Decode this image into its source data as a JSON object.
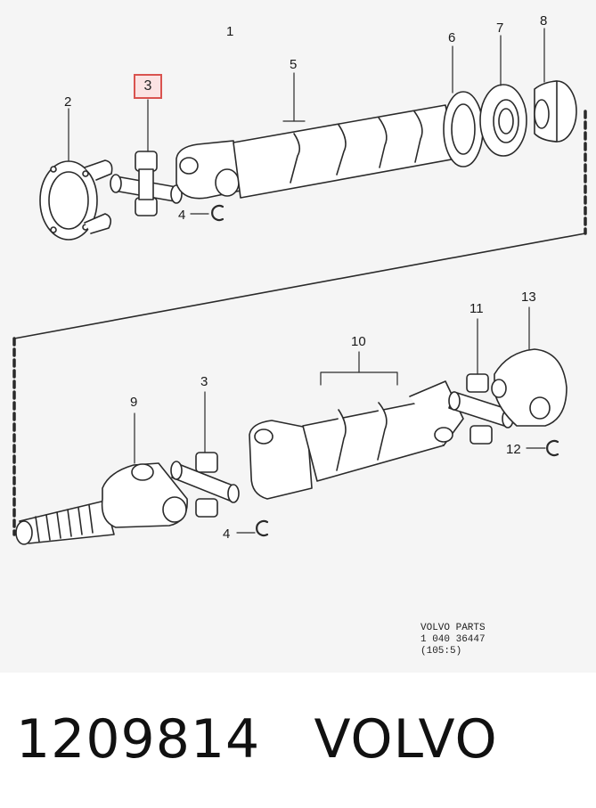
{
  "diagram": {
    "callout_label": "3",
    "labels": {
      "l1": "1",
      "l2": "2",
      "l3b": "3",
      "l4a": "4",
      "l4b": "4",
      "l5": "5",
      "l6": "6",
      "l7": "7",
      "l8": "8",
      "l9": "9",
      "l10": "10",
      "l11": "11",
      "l12": "12",
      "l13": "13"
    },
    "code_lines": [
      "VOLVO PARTS",
      "1 040 36447",
      "(105:5)"
    ]
  },
  "footer": {
    "part_number": "1209814",
    "brand": "VOLVO"
  }
}
